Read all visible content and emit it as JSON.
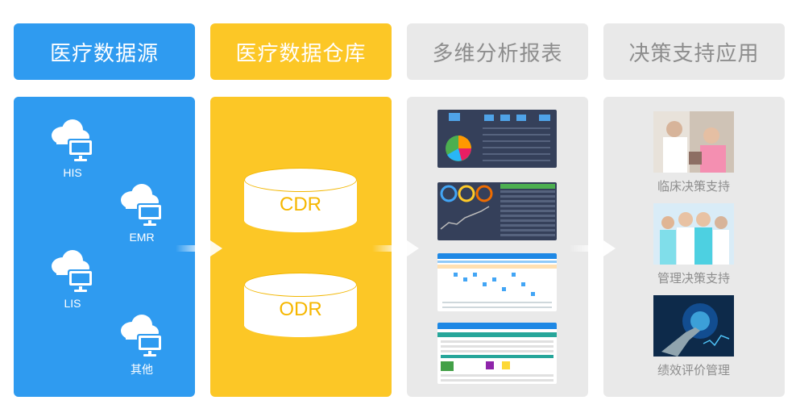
{
  "columns": [
    {
      "header": "医疗数据源"
    },
    {
      "header": "医疗数据仓库"
    },
    {
      "header": "多维分析报表"
    },
    {
      "header": "决策支持应用"
    }
  ],
  "sources": [
    {
      "label": "HIS",
      "icon": "cloud-monitor-icon"
    },
    {
      "label": "EMR",
      "icon": "cloud-monitor-icon"
    },
    {
      "label": "LIS",
      "icon": "cloud-monitor-icon"
    },
    {
      "label": "其他",
      "icon": "cloud-monitor-icon"
    }
  ],
  "warehouse": [
    {
      "label": "CDR"
    },
    {
      "label": "ODR"
    }
  ],
  "reports": [
    {
      "kind": "dashboard-pie"
    },
    {
      "kind": "dashboard-gauges"
    },
    {
      "kind": "schedule-grid"
    },
    {
      "kind": "data-table"
    }
  ],
  "decisions": [
    {
      "label": "临床决策支持",
      "image": "doctor-patient-photo"
    },
    {
      "label": "管理决策支持",
      "image": "medical-team-photo"
    },
    {
      "label": "绩效评价管理",
      "image": "digital-hand-photo"
    }
  ],
  "colors": {
    "blue": "#2f9bf0",
    "yellow": "#fcc726",
    "gray": "#e9e9e9",
    "gray_text": "#8d8d8d",
    "cylinder_text": "#f6b700"
  }
}
